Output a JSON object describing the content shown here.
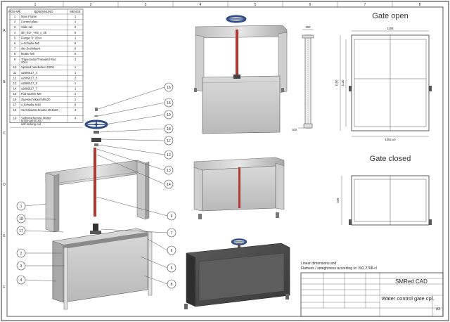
{
  "bom": {
    "headers": [
      "POS-NR.",
      "BENENNUNG",
      "MENGE"
    ],
    "rows": [
      [
        "1",
        "Main Frame",
        "1"
      ],
      [
        "2",
        "Control plate",
        "1"
      ],
      [
        "3",
        "Slide rail",
        "2"
      ],
      [
        "4",
        "din_fn3-_-m6_x_35",
        "6"
      ],
      [
        "5",
        "Flange Tr. 20x4",
        "1"
      ],
      [
        "6",
        "u-Scheibe M6",
        "8"
      ],
      [
        "7",
        "sks Sechskant",
        "6"
      ],
      [
        "8",
        "Mutter M6",
        "6"
      ],
      [
        "9",
        "Trapezoidal Threaded Rod 20x4",
        "1"
      ],
      [
        "10",
        "Spoked handwheel D200",
        "1"
      ],
      [
        "11",
        "a2699117_4",
        "1"
      ],
      [
        "12",
        "a2699117_5",
        "2"
      ],
      [
        "13",
        "a2699117_6",
        "1"
      ],
      [
        "14",
        "a2699117_7",
        "1"
      ],
      [
        "15",
        "Flat washer M8",
        "1"
      ],
      [
        "16",
        "Zweisechskant M8x20",
        "1"
      ],
      [
        "17",
        "u-Scheibe M10",
        "8"
      ],
      [
        "18",
        "Sechskantschraube M10x30",
        "4"
      ],
      [
        "19",
        "Selbstsichernde Mutter M10/nut/ISO10 / self-locking nut",
        "4"
      ]
    ]
  },
  "views": {
    "gate_open_title": "Gate open",
    "gate_closed_title": "Gate closed",
    "dim_open_width": "1108",
    "dim_open_height": "1190",
    "dim_open_inner_height": "1130",
    "dim_open_bottom": "1062 ±0",
    "dim_closed_height": "629",
    "dim_side_top": "200",
    "dim_side_bottom": "100"
  },
  "balloons": {
    "right": [
      "16",
      "15",
      "10",
      "18",
      "17",
      "12",
      "13",
      "14",
      "9",
      "7",
      "6",
      "5",
      "8"
    ],
    "left": [
      "1",
      "18",
      "17",
      "2",
      "3",
      "4"
    ]
  },
  "notes": {
    "linear_dimensions": "Linear dimensions and",
    "flatness": "Flatness / straightness according to: ISO 2768-cl"
  },
  "title_block": {
    "company": "SMRed CAD",
    "drawing_title": "Water control gate cpl.",
    "sheet_size": "A3"
  },
  "grid": {
    "columns": [
      "1",
      "2",
      "3",
      "4",
      "5",
      "6",
      "7",
      "8"
    ],
    "rows": [
      "A",
      "B",
      "C",
      "D",
      "E",
      "F"
    ]
  },
  "colors": {
    "wheel": "#2e4a86",
    "rod": "#b13b30",
    "frame_light": "#d8d8d8",
    "plate": "#c4c4c4",
    "dark_gate": "#4a4a4a"
  }
}
